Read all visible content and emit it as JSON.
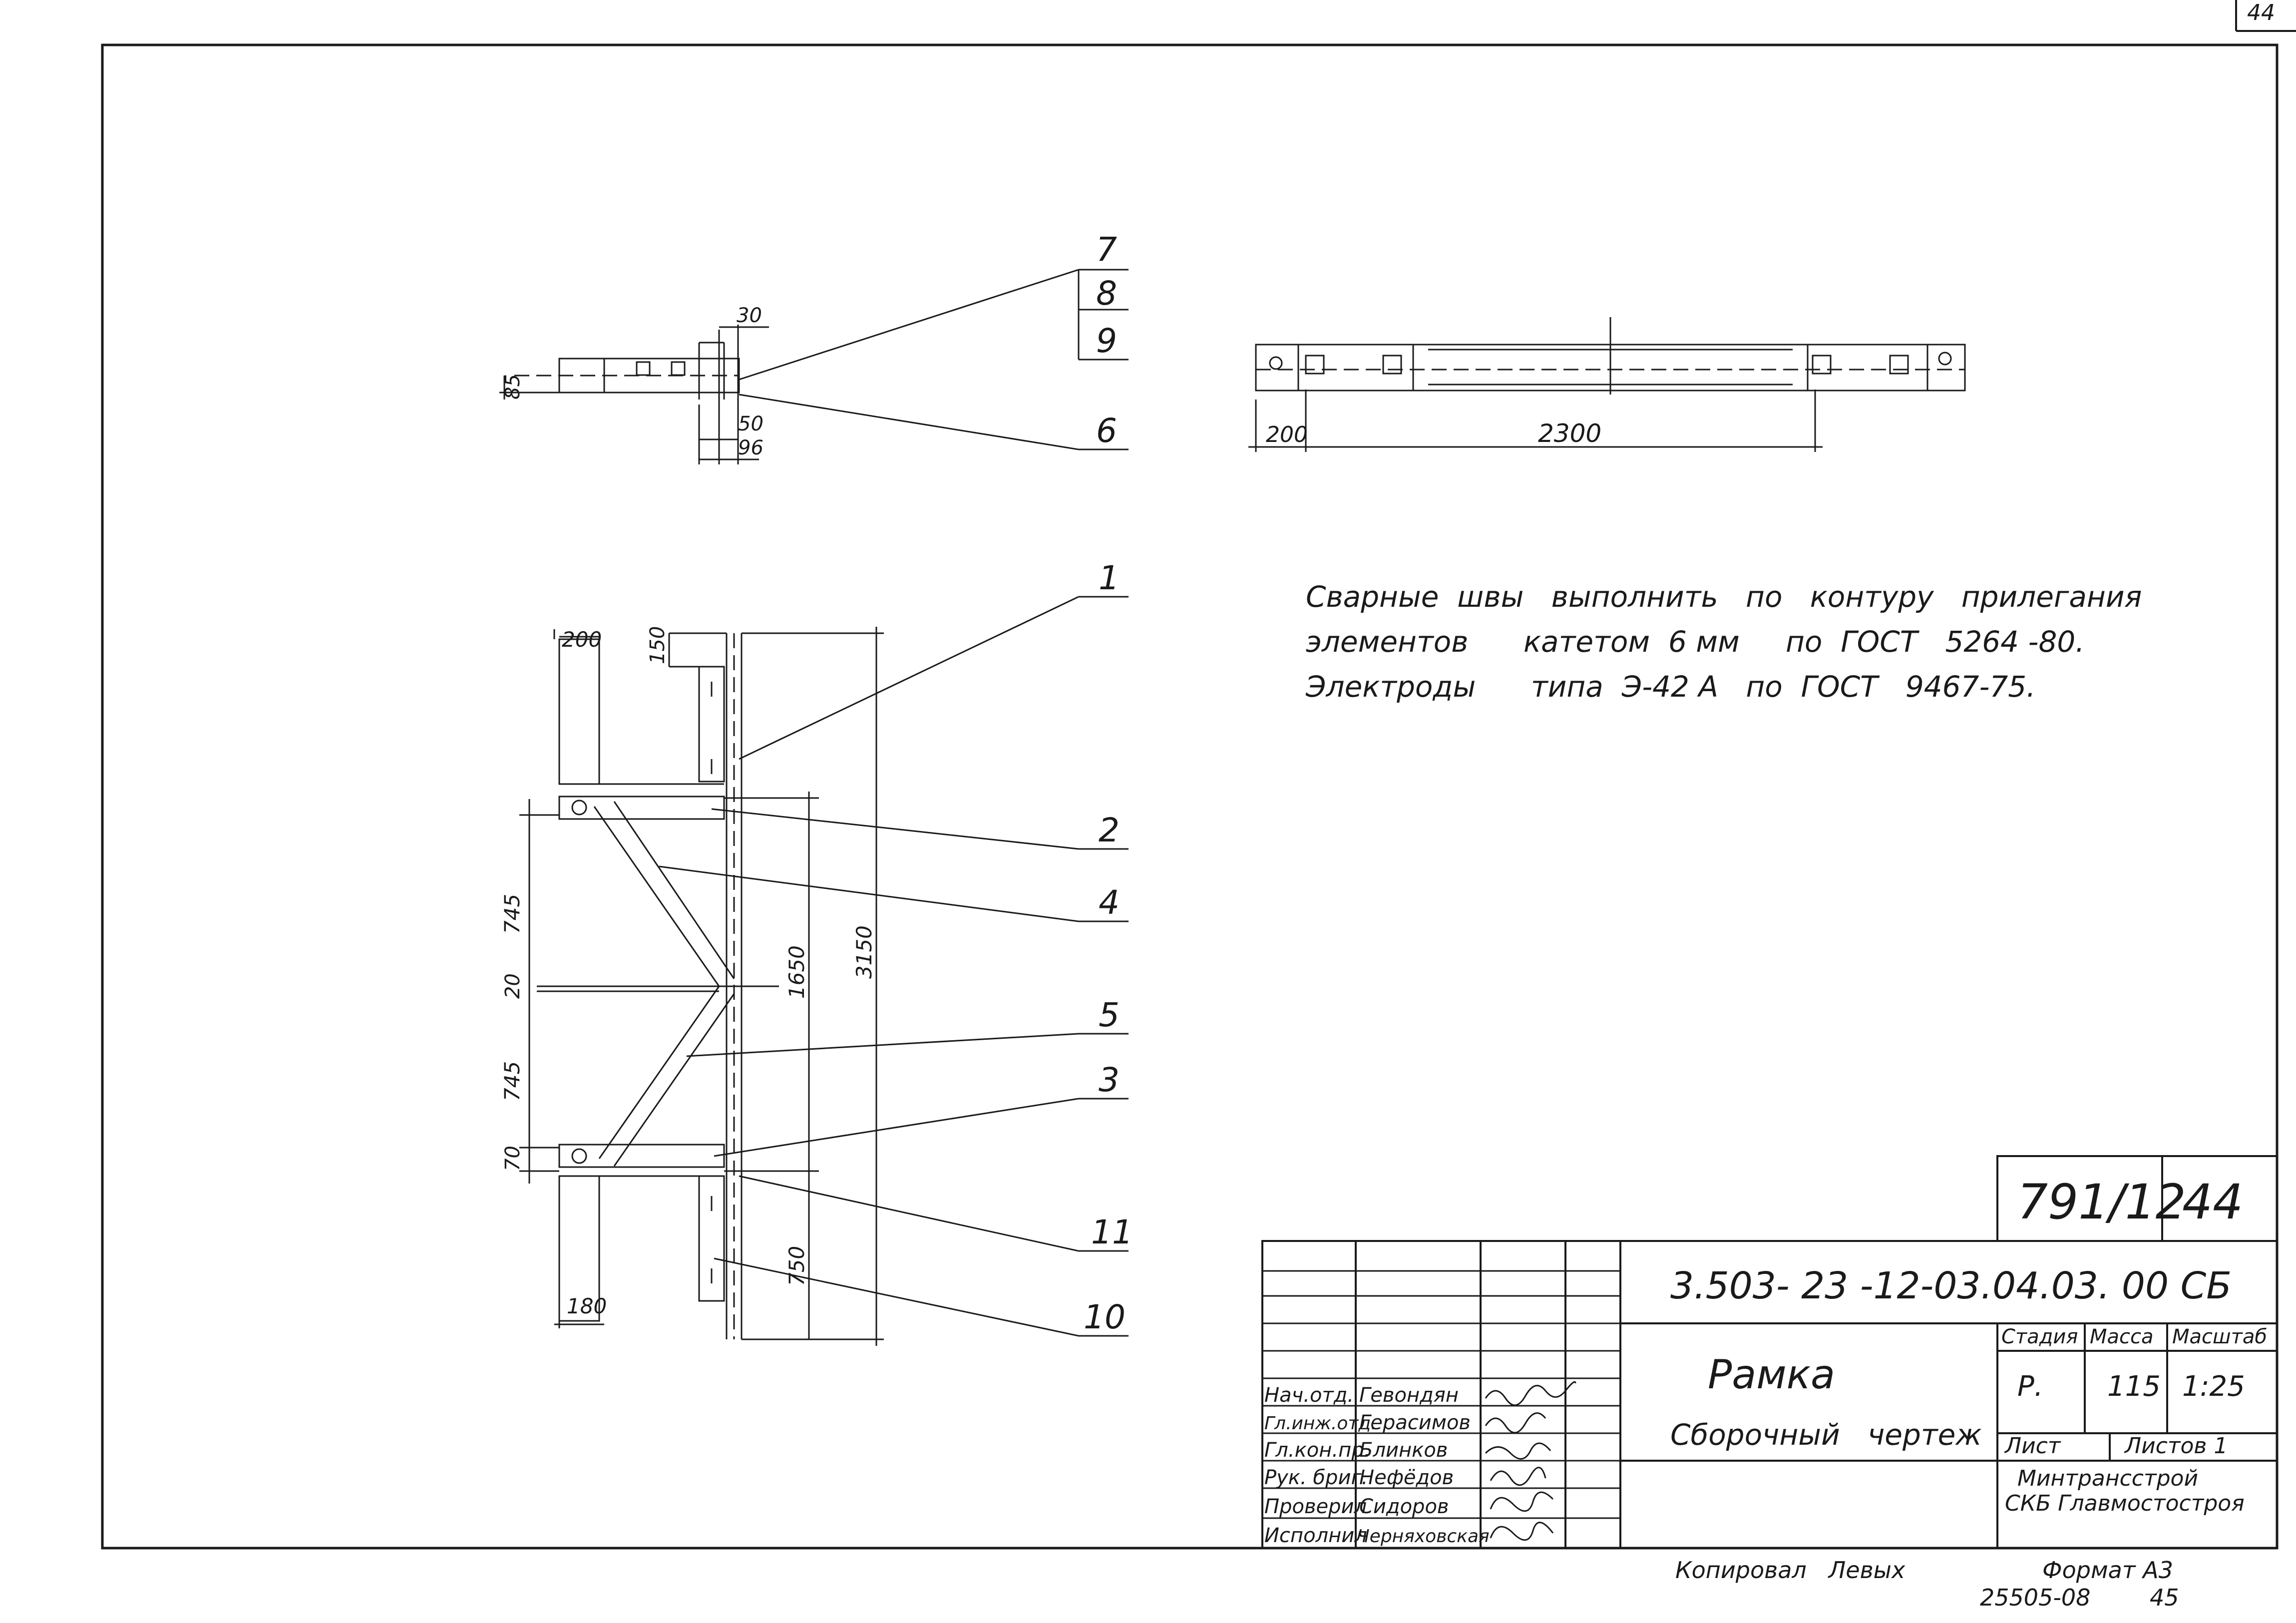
{
  "sheet": {
    "corner_number": "44"
  },
  "top_left_view": {
    "callouts": [
      "7",
      "8",
      "9",
      "6"
    ],
    "dims": [
      "30",
      "85",
      "50",
      "96"
    ]
  },
  "top_right_view": {
    "dims": [
      "200",
      "2300"
    ]
  },
  "notes": {
    "line1": "Сварные  швы   выполнить   по   контуру   прилегания",
    "line2": "элементов      катетом  6 мм     по  ГОСТ   5264 -80.",
    "line3": "Электроды      типа  Э-42 А   по  ГОСТ   9467-75."
  },
  "main_view": {
    "callouts": [
      "1",
      "2",
      "4",
      "5",
      "3",
      "11",
      "10"
    ],
    "dims": [
      "200",
      "150",
      "745",
      "20",
      "745",
      "70",
      "1650",
      "3150",
      "750",
      "180"
    ]
  },
  "title_block": {
    "archive_no": "791/12",
    "archive_sheet": "44",
    "designation": "3.503- 23 -12-03.04.03. 00 СБ",
    "title": "Рамка",
    "subtitle": "Сборочный   чертеж",
    "col_stage": "Стадия",
    "col_mass": "Масса",
    "col_scale": "Масштаб",
    "stage": "Р.",
    "mass": "115",
    "scale": "1:25",
    "sheet_label": "Лист",
    "sheets_label": "Листов 1",
    "org1": "Минтрансстрой",
    "org2": "СКБ Главмостостроя",
    "roles": [
      {
        "role": "Нач.отд.",
        "name": "Гевондян"
      },
      {
        "role": "Гл.инж.отд.",
        "name": "Герасимов"
      },
      {
        "role": "Гл.кон.пр.",
        "name": "Блинков"
      },
      {
        "role": "Рук. бриг.",
        "name": "Нефёдов"
      },
      {
        "role": "Проверил",
        "name": "Сидоров"
      },
      {
        "role": "Исполнил",
        "name": "Черняховская"
      }
    ]
  },
  "footer": {
    "copied": "Копировал   Левых",
    "format": "Формат А3",
    "number": "25505-08",
    "extra": "45"
  }
}
